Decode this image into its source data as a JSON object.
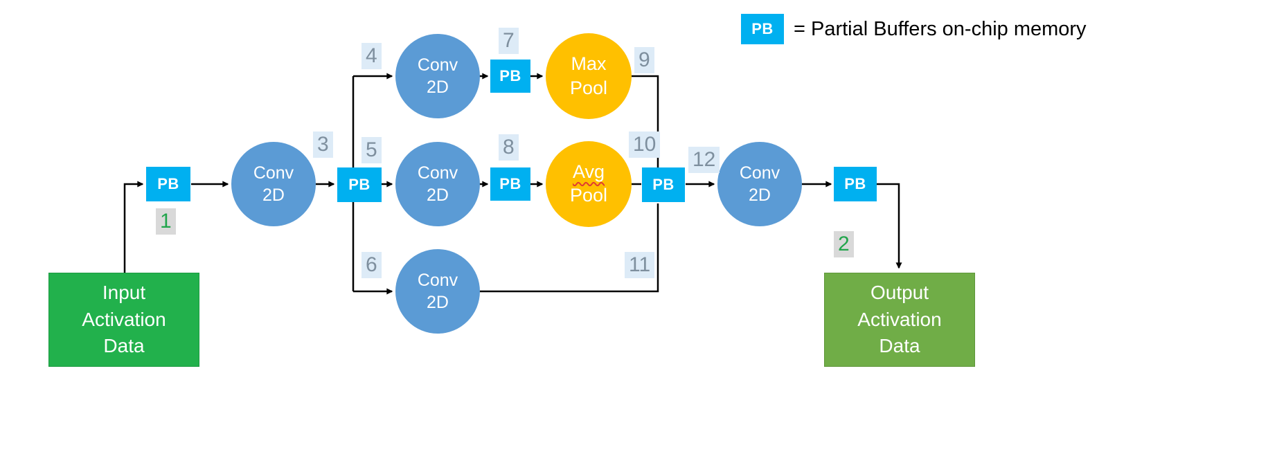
{
  "legend": {
    "pb": "PB",
    "text": "= Partial Buffers on-chip memory"
  },
  "labels": {
    "pb": "PB",
    "conv": "Conv\n2D",
    "max_pool": "Max\nPool",
    "avg_pool_line1": "Avg",
    "avg_pool_line2": "Pool",
    "input": "Input\nActivation\nData",
    "output": "Output\nActivation\nData"
  },
  "steps": {
    "n1": "1",
    "n2": "2",
    "n3": "3",
    "n4": "4",
    "n5": "5",
    "n6": "6",
    "n7": "7",
    "n8": "8",
    "n9": "9",
    "n10": "10",
    "n11": "11",
    "n12": "12"
  },
  "colors": {
    "pb_fill": "#00B0F0",
    "conv_fill": "#5B9BD5",
    "pool_fill": "#FFC000",
    "input_fill": "#22B14C",
    "output_fill": "#70AD47",
    "step_badge_bg": "#DDEBF7",
    "step_badge_text": "#7E8F9E",
    "io_badge_bg": "#D9D9D9",
    "io_badge_text": "#21A54B",
    "connector": "#000000"
  }
}
